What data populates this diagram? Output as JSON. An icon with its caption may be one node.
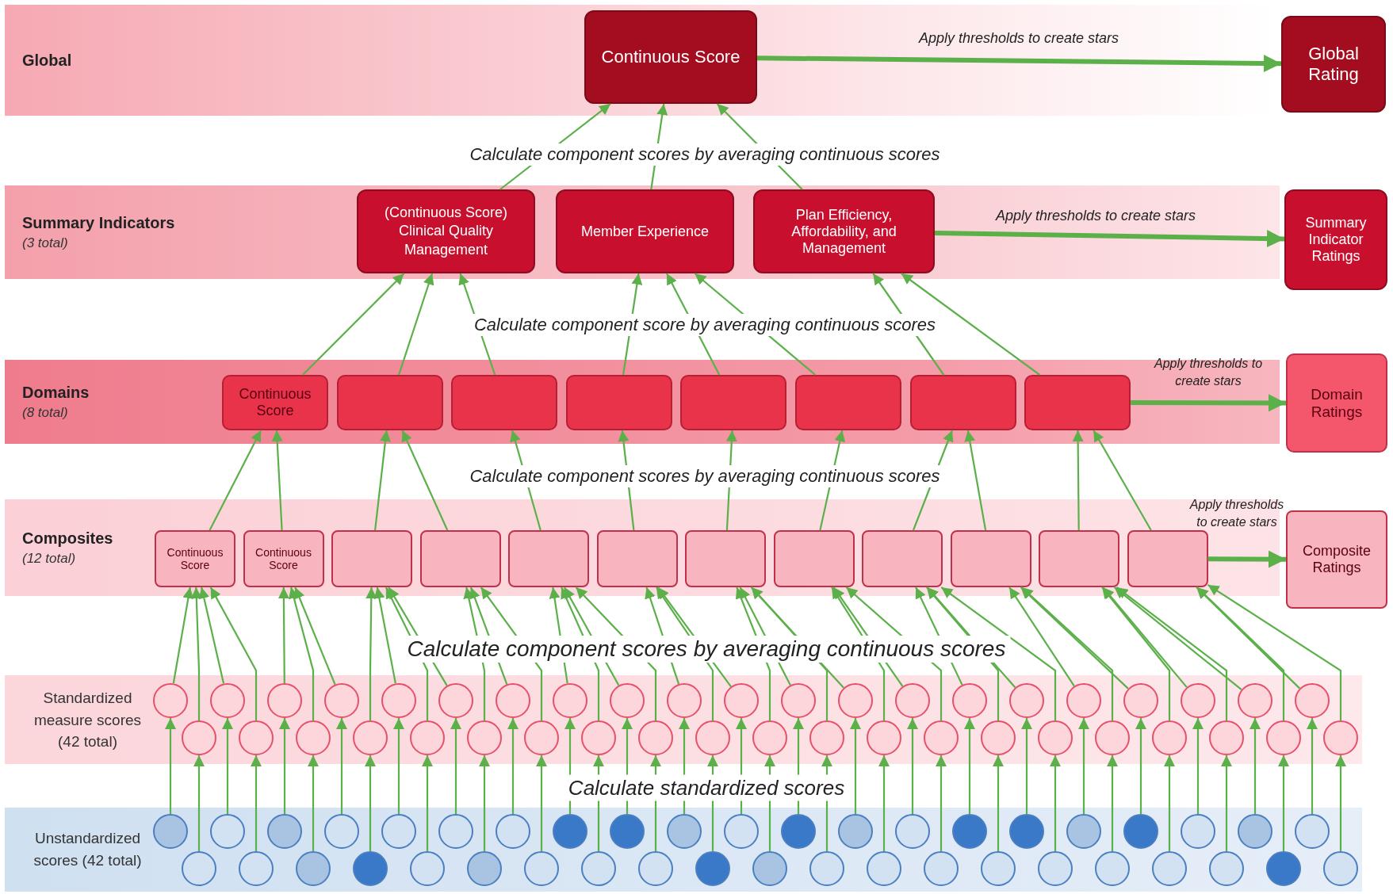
{
  "diagram": {
    "nodes": [
      {
        "text": [
          "Global"
        ]
      },
      {
        "text": [
          "Continuous Score"
        ],
        "in": 0
      },
      {
        "text": [
          "Global Rating"
        ]
      },
      {
        "text": [
          "Summary Indicators",
          "(3 total)"
        ]
      },
      {
        "text": [
          "(Continuous Score)",
          "Clinical Quality Management"
        ],
        "in": 3
      },
      {
        "text": [
          "Member Experience"
        ],
        "in": 3
      },
      {
        "text": [
          "Plan Efficiency, Affordability, and Management"
        ],
        "in": 3
      },
      {
        "text": [
          "Summary Indicator Ratings"
        ]
      },
      {
        "text": [
          "Domains",
          "(8 total)"
        ]
      },
      {
        "text": [
          "Continuous Score"
        ],
        "in": 8
      },
      {
        "text": [],
        "shape": "box",
        "in": 8
      },
      {
        "text": [],
        "shape": "box",
        "in": 8
      },
      {
        "text": [],
        "shape": "box",
        "in": 8
      },
      {
        "text": [],
        "shape": "box",
        "in": 8
      },
      {
        "text": [],
        "shape": "box",
        "in": 8
      },
      {
        "text": [],
        "shape": "box",
        "in": 8
      },
      {
        "text": [],
        "shape": "box",
        "in": 8
      },
      {
        "text": [
          "Domain Ratings"
        ]
      },
      {
        "text": [
          "Composites",
          "(12 total)"
        ]
      },
      {
        "text": [
          "Continuous Score"
        ],
        "in": 18
      },
      {
        "text": [
          "Continuous Score"
        ],
        "in": 18
      },
      {
        "text": [],
        "shape": "box",
        "in": 18
      },
      {
        "text": [],
        "shape": "box",
        "in": 18
      },
      {
        "text": [],
        "shape": "box",
        "in": 18
      },
      {
        "text": [],
        "shape": "box",
        "in": 18
      },
      {
        "text": [],
        "shape": "box",
        "in": 18
      },
      {
        "text": [],
        "shape": "box",
        "in": 18
      },
      {
        "text": [],
        "shape": "box",
        "in": 18
      },
      {
        "text": [],
        "shape": "box",
        "in": 18
      },
      {
        "text": [],
        "shape": "box",
        "in": 18
      },
      {
        "text": [],
        "shape": "box",
        "in": 18
      },
      {
        "text": [
          "Composite Ratings"
        ]
      },
      {
        "text": [
          "Standardized measure scores (42 total)"
        ]
      },
      {
        "text": [],
        "shape": "circle",
        "in": 32
      },
      {
        "text": [],
        "shape": "circle",
        "in": 32
      },
      {
        "text": [],
        "shape": "circle",
        "in": 32
      },
      {
        "text": [],
        "shape": "circle",
        "in": 32
      },
      {
        "text": [],
        "shape": "circle",
        "in": 32
      },
      {
        "text": [],
        "shape": "circle",
        "in": 32
      },
      {
        "text": [],
        "shape": "circle",
        "in": 32
      },
      {
        "text": [],
        "shape": "circle",
        "in": 32
      },
      {
        "text": [],
        "shape": "circle",
        "in": 32
      },
      {
        "text": [],
        "shape": "circle",
        "in": 32
      },
      {
        "text": [],
        "shape": "circle",
        "in": 32
      },
      {
        "text": [],
        "shape": "circle",
        "in": 32
      },
      {
        "text": [],
        "shape": "circle",
        "in": 32
      },
      {
        "text": [],
        "shape": "circle",
        "in": 32
      },
      {
        "text": [],
        "shape": "circle",
        "in": 32
      },
      {
        "text": [],
        "shape": "circle",
        "in": 32
      },
      {
        "text": [],
        "shape": "circle",
        "in": 32
      },
      {
        "text": [],
        "shape": "circle",
        "in": 32
      },
      {
        "text": [],
        "shape": "circle",
        "in": 32
      },
      {
        "text": [],
        "shape": "circle",
        "in": 32
      },
      {
        "text": [],
        "shape": "circle",
        "in": 32
      },
      {
        "text": [],
        "shape": "circle",
        "in": 32
      },
      {
        "text": [],
        "shape": "circle",
        "in": 32
      },
      {
        "text": [],
        "shape": "circle",
        "in": 32
      },
      {
        "text": [],
        "shape": "circle",
        "in": 32
      },
      {
        "text": [],
        "shape": "circle",
        "in": 32
      },
      {
        "text": [],
        "shape": "circle",
        "in": 32
      },
      {
        "text": [],
        "shape": "circle",
        "in": 32
      },
      {
        "text": [],
        "shape": "circle",
        "in": 32
      },
      {
        "text": [],
        "shape": "circle",
        "in": 32
      },
      {
        "text": [],
        "shape": "circle",
        "in": 32
      },
      {
        "text": [],
        "shape": "circle",
        "in": 32
      },
      {
        "text": [],
        "shape": "circle",
        "in": 32
      },
      {
        "text": [],
        "shape": "circle",
        "in": 32
      },
      {
        "text": [],
        "shape": "circle",
        "in": 32
      },
      {
        "text": [],
        "shape": "circle",
        "in": 32
      },
      {
        "text": [],
        "shape": "circle",
        "in": 32
      },
      {
        "text": [],
        "shape": "circle",
        "in": 32
      },
      {
        "text": [],
        "shape": "circle",
        "in": 32
      },
      {
        "text": [],
        "shape": "circle",
        "in": 32
      },
      {
        "text": [],
        "shape": "circle",
        "in": 32
      },
      {
        "text": [],
        "shape": "circle",
        "in": 32
      },
      {
        "text": [
          "Unstandardized scores (42 total)"
        ]
      },
      {
        "text": [],
        "shape": "circle",
        "in": 75
      },
      {
        "text": [],
        "shape": "circle",
        "in": 75
      },
      {
        "text": [],
        "shape": "circle",
        "in": 75
      },
      {
        "text": [],
        "shape": "circle",
        "in": 75
      },
      {
        "text": [],
        "shape": "circle",
        "in": 75
      },
      {
        "text": [],
        "shape": "circle",
        "in": 75
      },
      {
        "text": [],
        "shape": "circle",
        "in": 75
      },
      {
        "text": [],
        "shape": "circle",
        "in": 75
      },
      {
        "text": [],
        "shape": "circle",
        "in": 75
      },
      {
        "text": [],
        "shape": "circle",
        "in": 75
      },
      {
        "text": [],
        "shape": "circle",
        "in": 75
      },
      {
        "text": [],
        "shape": "circle",
        "in": 75
      },
      {
        "text": [],
        "shape": "circle",
        "in": 75
      },
      {
        "text": [],
        "shape": "circle",
        "in": 75
      },
      {
        "text": [],
        "shape": "circle",
        "in": 75
      },
      {
        "text": [],
        "shape": "circle",
        "in": 75
      },
      {
        "text": [],
        "shape": "circle",
        "in": 75
      },
      {
        "text": [],
        "shape": "circle",
        "in": 75
      },
      {
        "text": [],
        "shape": "circle",
        "in": 75
      },
      {
        "text": [],
        "shape": "circle",
        "in": 75
      },
      {
        "text": [],
        "shape": "circle",
        "in": 75
      },
      {
        "text": [],
        "shape": "circle",
        "in": 75
      },
      {
        "text": [],
        "shape": "circle",
        "in": 75
      },
      {
        "text": [],
        "shape": "circle",
        "in": 75
      },
      {
        "text": [],
        "shape": "circle",
        "in": 75
      },
      {
        "text": [],
        "shape": "circle",
        "in": 75
      },
      {
        "text": [],
        "shape": "circle",
        "in": 75
      },
      {
        "text": [],
        "shape": "circle",
        "in": 75
      },
      {
        "text": [],
        "shape": "circle",
        "in": 75
      },
      {
        "text": [],
        "shape": "circle",
        "in": 75
      },
      {
        "text": [],
        "shape": "circle",
        "in": 75
      },
      {
        "text": [],
        "shape": "circle",
        "in": 75
      },
      {
        "text": [],
        "shape": "circle",
        "in": 75
      },
      {
        "text": [],
        "shape": "circle",
        "in": 75
      },
      {
        "text": [],
        "shape": "circle",
        "in": 75
      },
      {
        "text": [],
        "shape": "circle",
        "in": 75
      },
      {
        "text": [],
        "shape": "circle",
        "in": 75
      },
      {
        "text": [],
        "shape": "circle",
        "in": 75
      },
      {
        "text": [],
        "shape": "circle",
        "in": 75
      },
      {
        "text": [],
        "shape": "circle",
        "in": 75
      },
      {
        "text": [],
        "shape": "circle",
        "in": 75
      },
      {
        "text": [],
        "shape": "circle",
        "in": 75
      }
    ],
    "edges": [
      {
        "from": 1,
        "to": 2,
        "arrow": "to",
        "label": "Apply thresholds to create stars",
        "style": "thick"
      },
      {
        "from": 4,
        "to": 1,
        "arrow": "to"
      },
      {
        "from": 5,
        "to": 1,
        "arrow": "to"
      },
      {
        "from": 6,
        "to": 1,
        "arrow": "to"
      },
      {
        "from": 6,
        "to": 7,
        "arrow": "to",
        "label": "Apply thresholds to create stars",
        "style": "thick"
      },
      {
        "from": 9,
        "to": 4,
        "arrow": "to"
      },
      {
        "from": 10,
        "to": 4,
        "arrow": "to"
      },
      {
        "from": 11,
        "to": 4,
        "arrow": "to"
      },
      {
        "from": 12,
        "to": 5,
        "arrow": "to"
      },
      {
        "from": 13,
        "to": 5,
        "arrow": "to"
      },
      {
        "from": 14,
        "to": 5,
        "arrow": "to"
      },
      {
        "from": 15,
        "to": 6,
        "arrow": "to"
      },
      {
        "from": 16,
        "to": 6,
        "arrow": "to"
      },
      {
        "from": 16,
        "to": 17,
        "arrow": "to",
        "label": "Apply thresholds to create stars",
        "style": "thick"
      },
      {
        "from": 19,
        "to": 9,
        "arrow": "to"
      },
      {
        "from": 20,
        "to": 9,
        "arrow": "to"
      },
      {
        "from": 21,
        "to": 10,
        "arrow": "to"
      },
      {
        "from": 22,
        "to": 10,
        "arrow": "to"
      },
      {
        "from": 23,
        "to": 11,
        "arrow": "to"
      },
      {
        "from": 24,
        "to": 12,
        "arrow": "to"
      },
      {
        "from": 25,
        "to": 13,
        "arrow": "to"
      },
      {
        "from": 26,
        "to": 14,
        "arrow": "to"
      },
      {
        "from": 27,
        "to": 15,
        "arrow": "to"
      },
      {
        "from": 28,
        "to": 15,
        "arrow": "to"
      },
      {
        "from": 29,
        "to": 16,
        "arrow": "to"
      },
      {
        "from": 30,
        "to": 16,
        "arrow": "to"
      },
      {
        "from": 30,
        "to": 31,
        "arrow": "to",
        "label": "Apply thresholds to create stars",
        "style": "thick"
      },
      {
        "from": 33,
        "to": 19,
        "arrow": "to"
      },
      {
        "from": 34,
        "to": 19,
        "arrow": "to"
      },
      {
        "from": 35,
        "to": 19,
        "arrow": "to"
      },
      {
        "from": 36,
        "to": 19,
        "arrow": "to"
      },
      {
        "from": 37,
        "to": 20,
        "arrow": "to"
      },
      {
        "from": 38,
        "to": 20,
        "arrow": "to"
      },
      {
        "from": 39,
        "to": 20,
        "arrow": "to"
      },
      {
        "from": 40,
        "to": 21,
        "arrow": "to"
      },
      {
        "from": 41,
        "to": 21,
        "arrow": "to"
      },
      {
        "from": 42,
        "to": 21,
        "arrow": "to"
      },
      {
        "from": 43,
        "to": 21,
        "arrow": "to"
      },
      {
        "from": 44,
        "to": 22,
        "arrow": "to"
      },
      {
        "from": 45,
        "to": 22,
        "arrow": "to"
      },
      {
        "from": 46,
        "to": 22,
        "arrow": "to"
      },
      {
        "from": 47,
        "to": 23,
        "arrow": "to"
      },
      {
        "from": 48,
        "to": 23,
        "arrow": "to"
      },
      {
        "from": 49,
        "to": 23,
        "arrow": "to"
      },
      {
        "from": 50,
        "to": 23,
        "arrow": "to"
      },
      {
        "from": 51,
        "to": 24,
        "arrow": "to"
      },
      {
        "from": 52,
        "to": 24,
        "arrow": "to"
      },
      {
        "from": 53,
        "to": 24,
        "arrow": "to"
      },
      {
        "from": 54,
        "to": 25,
        "arrow": "to"
      },
      {
        "from": 55,
        "to": 25,
        "arrow": "to"
      },
      {
        "from": 56,
        "to": 25,
        "arrow": "to"
      },
      {
        "from": 57,
        "to": 25,
        "arrow": "to"
      },
      {
        "from": 58,
        "to": 26,
        "arrow": "to"
      },
      {
        "from": 59,
        "to": 26,
        "arrow": "to"
      },
      {
        "from": 60,
        "to": 26,
        "arrow": "to"
      },
      {
        "from": 61,
        "to": 27,
        "arrow": "to"
      },
      {
        "from": 62,
        "to": 27,
        "arrow": "to"
      },
      {
        "from": 63,
        "to": 27,
        "arrow": "to"
      },
      {
        "from": 64,
        "to": 27,
        "arrow": "to"
      },
      {
        "from": 65,
        "to": 28,
        "arrow": "to"
      },
      {
        "from": 66,
        "to": 28,
        "arrow": "to"
      },
      {
        "from": 67,
        "to": 28,
        "arrow": "to"
      },
      {
        "from": 68,
        "to": 29,
        "arrow": "to"
      },
      {
        "from": 69,
        "to": 29,
        "arrow": "to"
      },
      {
        "from": 70,
        "to": 29,
        "arrow": "to"
      },
      {
        "from": 71,
        "to": 29,
        "arrow": "to"
      },
      {
        "from": 72,
        "to": 30,
        "arrow": "to"
      },
      {
        "from": 73,
        "to": 30,
        "arrow": "to"
      },
      {
        "from": 74,
        "to": 30,
        "arrow": "to"
      },
      {
        "from": 76,
        "to": 33,
        "arrow": "to"
      },
      {
        "from": 77,
        "to": 34,
        "arrow": "to"
      },
      {
        "from": 78,
        "to": 35,
        "arrow": "to"
      },
      {
        "from": 79,
        "to": 36,
        "arrow": "to"
      },
      {
        "from": 80,
        "to": 37,
        "arrow": "to"
      },
      {
        "from": 81,
        "to": 38,
        "arrow": "to"
      },
      {
        "from": 82,
        "to": 39,
        "arrow": "to"
      },
      {
        "from": 83,
        "to": 40,
        "arrow": "to"
      },
      {
        "from": 84,
        "to": 41,
        "arrow": "to"
      },
      {
        "from": 85,
        "to": 42,
        "arrow": "to"
      },
      {
        "from": 86,
        "to": 43,
        "arrow": "to"
      },
      {
        "from": 87,
        "to": 44,
        "arrow": "to"
      },
      {
        "from": 88,
        "to": 45,
        "arrow": "to"
      },
      {
        "from": 89,
        "to": 46,
        "arrow": "to"
      },
      {
        "from": 90,
        "to": 47,
        "arrow": "to"
      },
      {
        "from": 91,
        "to": 48,
        "arrow": "to"
      },
      {
        "from": 92,
        "to": 49,
        "arrow": "to"
      },
      {
        "from": 93,
        "to": 50,
        "arrow": "to"
      },
      {
        "from": 94,
        "to": 51,
        "arrow": "to"
      },
      {
        "from": 95,
        "to": 52,
        "arrow": "to"
      },
      {
        "from": 96,
        "to": 53,
        "arrow": "to"
      },
      {
        "from": 97,
        "to": 54,
        "arrow": "to"
      },
      {
        "from": 98,
        "to": 55,
        "arrow": "to"
      },
      {
        "from": 99,
        "to": 56,
        "arrow": "to"
      },
      {
        "from": 100,
        "to": 57,
        "arrow": "to"
      },
      {
        "from": 101,
        "to": 58,
        "arrow": "to"
      },
      {
        "from": 102,
        "to": 59,
        "arrow": "to"
      },
      {
        "from": 103,
        "to": 60,
        "arrow": "to"
      },
      {
        "from": 104,
        "to": 61,
        "arrow": "to"
      },
      {
        "from": 105,
        "to": 62,
        "arrow": "to"
      },
      {
        "from": 106,
        "to": 63,
        "arrow": "to"
      },
      {
        "from": 107,
        "to": 64,
        "arrow": "to"
      },
      {
        "from": 108,
        "to": 65,
        "arrow": "to"
      },
      {
        "from": 109,
        "to": 66,
        "arrow": "to"
      },
      {
        "from": 110,
        "to": 67,
        "arrow": "to"
      },
      {
        "from": 111,
        "to": 68,
        "arrow": "to"
      },
      {
        "from": 112,
        "to": 69,
        "arrow": "to"
      },
      {
        "from": 113,
        "to": 70,
        "arrow": "to"
      },
      {
        "from": 114,
        "to": 71,
        "arrow": "to"
      },
      {
        "from": 115,
        "to": 72,
        "arrow": "to"
      },
      {
        "from": 116,
        "to": 73,
        "arrow": "to"
      },
      {
        "from": 117,
        "to": 74,
        "arrow": "to"
      }
    ],
    "labels": [
      "Calculate component scores by averaging continuous scores",
      "Calculate component score by averaging continuous scores",
      "Calculate component scores by averaging continuous scores",
      "Calculate component scores by averaging continuous scores",
      "Calculate standardized scores"
    ]
  }
}
